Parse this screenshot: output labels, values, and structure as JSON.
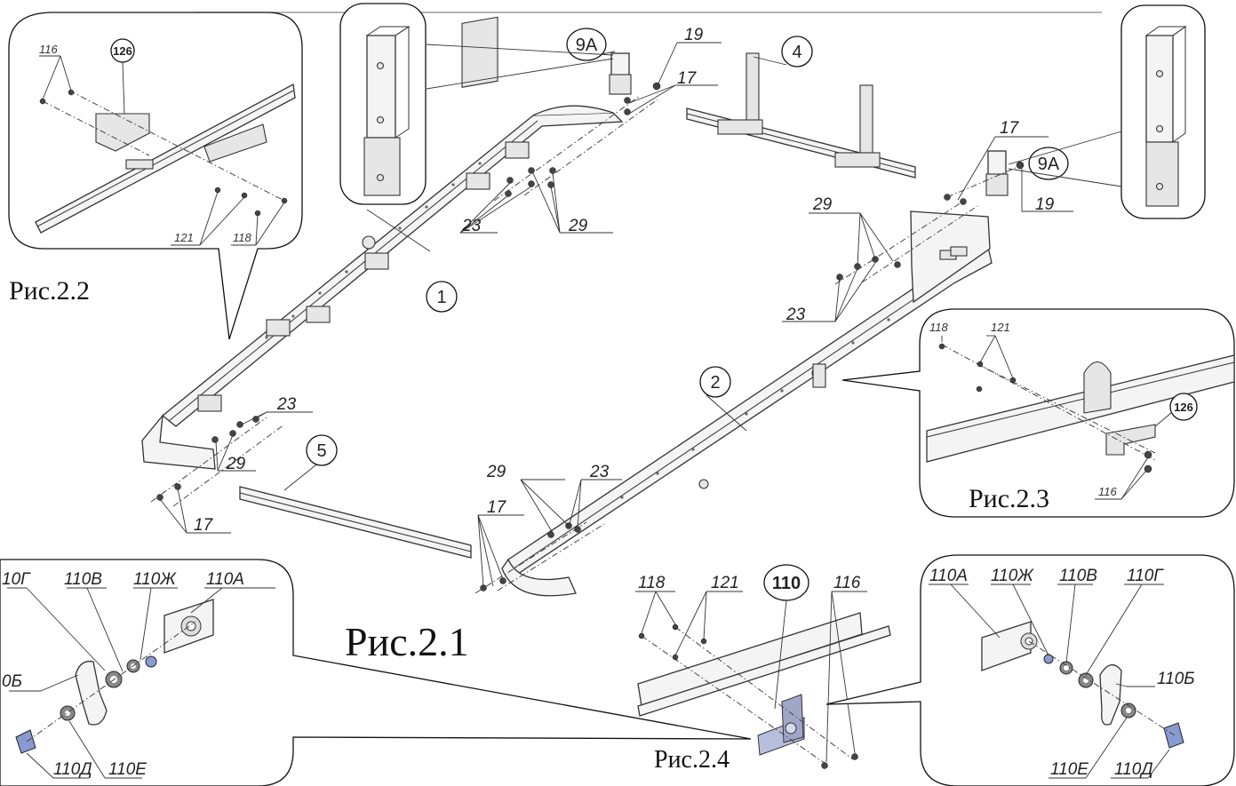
{
  "figures": {
    "main": "Рис.2.1",
    "detail_2_2": "Рис.2.2",
    "detail_2_3": "Рис.2.3",
    "detail_2_4": "Рис.2.4"
  },
  "assemblies": {
    "p1": "1",
    "p2": "2",
    "p4": "4",
    "p5": "5",
    "p110": "110",
    "p126a": "126",
    "p126b": "126"
  },
  "labels": {
    "l9a_left": "9A",
    "l9a_right": "9A",
    "l19_left": "19",
    "l19_right": "19",
    "l17_top_left": "17",
    "l17_top_right": "17",
    "l17_bottom_left": "17",
    "l17_bottom_mid": "17",
    "l23_top_left": "23",
    "l23_right": "23",
    "l23_left_end": "23",
    "l23_bottom": "23",
    "l29_top_left": "29",
    "l29_right": "29",
    "l29_left_end": "29",
    "l29_bottom": "29",
    "l118_bottom": "118",
    "l121_bottom": "121",
    "l116_bottom": "116"
  },
  "detail_2_2": {
    "l116": "116",
    "l121": "121",
    "l118": "118"
  },
  "detail_2_3": {
    "l118": "118",
    "l121": "121",
    "l116": "116"
  },
  "detail_left_2_4": {
    "l110g": "10Г",
    "l110v": "110В",
    "l110zh": "110Ж",
    "l110a": "110А",
    "l110b": "0Б",
    "l110d": "110Д",
    "l110e": "110Е"
  },
  "detail_right_2_4": {
    "l110a": "110А",
    "l110zh": "110Ж",
    "l110v": "110В",
    "l110g": "110Г",
    "l110b": "110Б",
    "l110e": "110Е",
    "l110d": "110Д"
  }
}
